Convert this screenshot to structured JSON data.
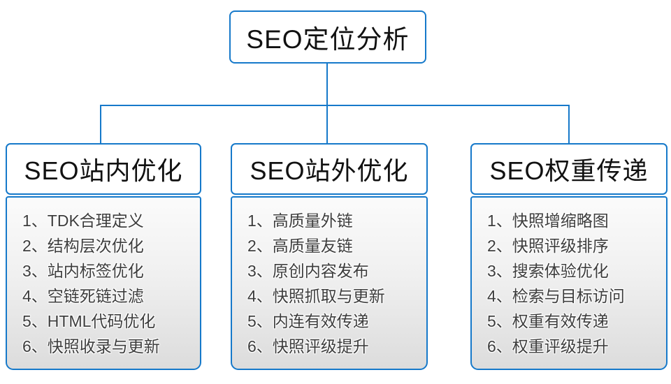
{
  "diagram_title": "SEO定位分析",
  "colors": {
    "connector_and_border_blue": "#1679ca",
    "header_text": "#111111",
    "item_text": "#3d3d3d",
    "list_gradient_top": "#fbfbfb",
    "list_gradient_bottom": "#dcdcdc",
    "background": "#ffffff"
  },
  "root": {
    "title": "SEO定位分析"
  },
  "columns": [
    {
      "title": "SEO站内优化",
      "items": [
        "1、TDK合理定义",
        "2、结构层次优化",
        "3、站内标签优化",
        "4、空链死链过滤",
        "5、HTML代码优化",
        "6、快照收录与更新"
      ]
    },
    {
      "title": "SEO站外优化",
      "items": [
        "1、高质量外链",
        "2、高质量友链",
        "3、原创内容发布",
        "4、快照抓取与更新",
        "5、内连有效传递",
        "6、快照评级提升"
      ]
    },
    {
      "title": "SEO权重传递",
      "items": [
        "1、快照增缩略图",
        "2、快照评级排序",
        "3、搜索体验优化",
        "4、检索与目标访问",
        "5、权重有效传递",
        "6、权重评级提升"
      ]
    }
  ]
}
